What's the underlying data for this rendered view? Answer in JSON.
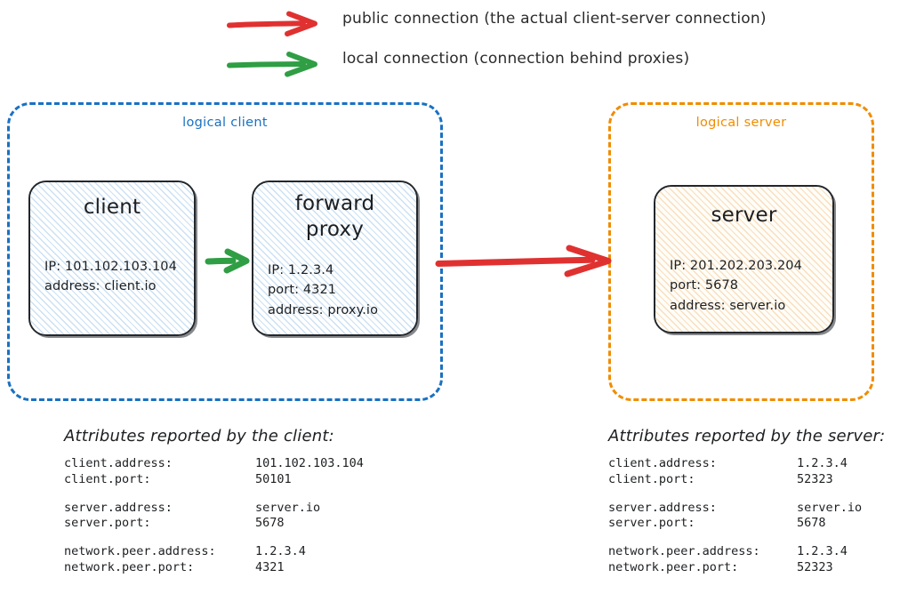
{
  "legend": {
    "items": [
      {
        "icon": "red-arrow-icon",
        "color": "#e03131",
        "label": "public connection (the actual client-server connection)"
      },
      {
        "icon": "green-arrow-icon",
        "color": "#2f9e44",
        "label": "local connection (connection behind proxies)"
      }
    ]
  },
  "groups": {
    "client": {
      "label": "logical client",
      "color": "#1971c2"
    },
    "server": {
      "label": "logical server",
      "color": "#f08c00"
    }
  },
  "nodes": {
    "client": {
      "title": "client",
      "lines": "IP: 101.102.103.104\naddress: client.io"
    },
    "proxy": {
      "title": "forward\nproxy",
      "lines": "IP: 1.2.3.4\nport: 4321\naddress: proxy.io"
    },
    "server": {
      "title": "server",
      "lines": "IP: 201.202.203.204\nport: 5678\naddress: server.io"
    }
  },
  "connectors": {
    "local": {
      "name": "local-connection-arrow",
      "color": "#2f9e44"
    },
    "public": {
      "name": "public-connection-arrow",
      "color": "#e03131"
    }
  },
  "attributes": {
    "client_panel": {
      "title": "Attributes reported by the client:",
      "groups": [
        [
          {
            "key": "client.address:",
            "value": "101.102.103.104"
          },
          {
            "key": "client.port:",
            "value": "50101"
          }
        ],
        [
          {
            "key": "server.address:",
            "value": "server.io"
          },
          {
            "key": "server.port:",
            "value": "5678"
          }
        ],
        [
          {
            "key": "network.peer.address:",
            "value": "1.2.3.4"
          },
          {
            "key": "network.peer.port:",
            "value": "4321"
          }
        ]
      ]
    },
    "server_panel": {
      "title": "Attributes reported by the server:",
      "groups": [
        [
          {
            "key": "client.address:",
            "value": "1.2.3.4"
          },
          {
            "key": "client.port:",
            "value": "52323"
          }
        ],
        [
          {
            "key": "server.address:",
            "value": "server.io"
          },
          {
            "key": "server.port:",
            "value": "5678"
          }
        ],
        [
          {
            "key": "network.peer.address:",
            "value": "1.2.3.4"
          },
          {
            "key": "network.peer.port:",
            "value": "52323"
          }
        ]
      ]
    }
  }
}
